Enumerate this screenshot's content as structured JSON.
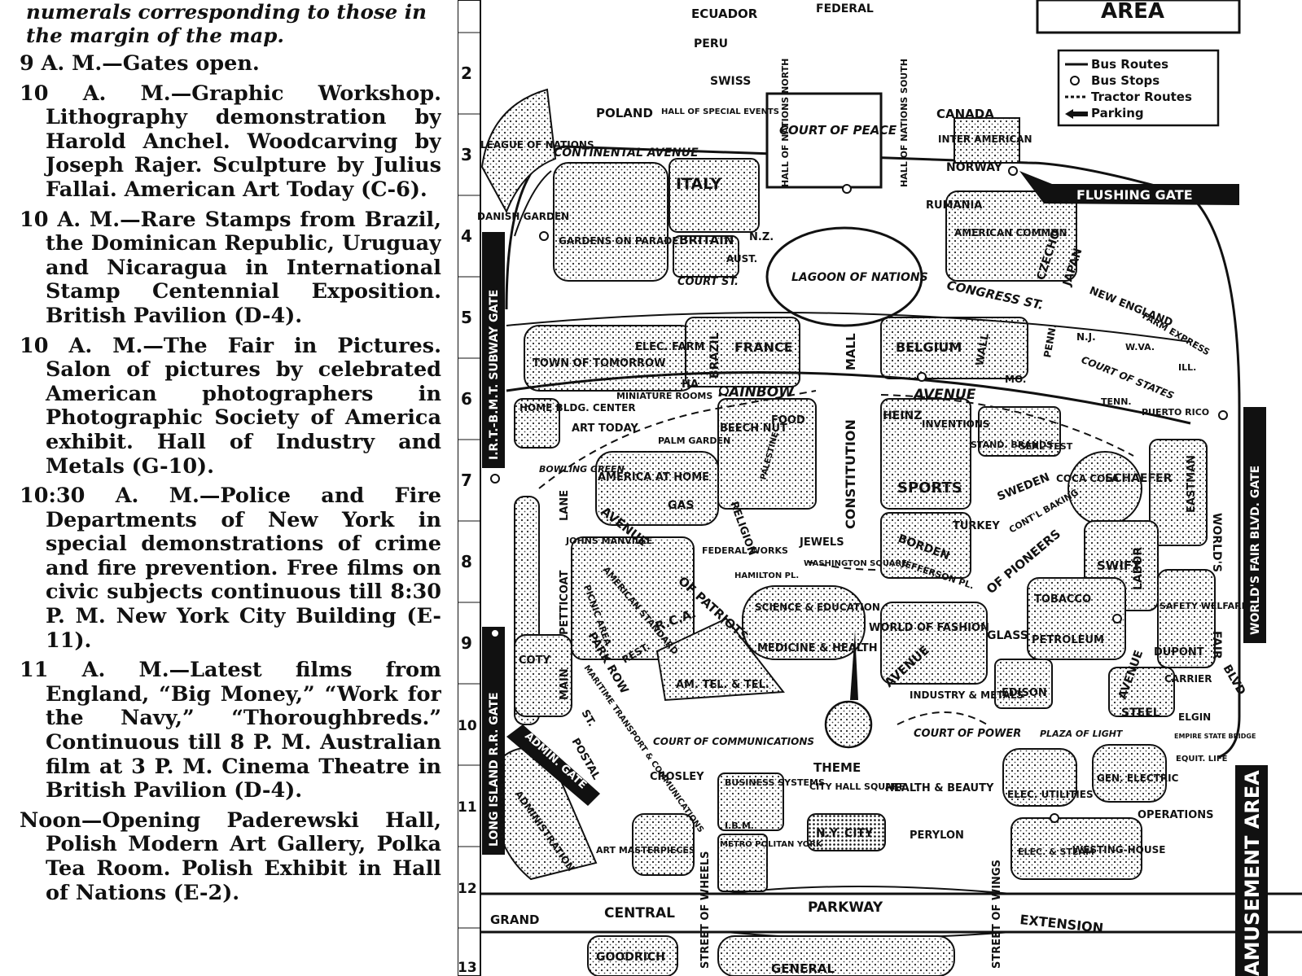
{
  "schedule": {
    "intro": "numerals corresponding to those in the margin of the map.",
    "entries": [
      {
        "time": "9 A. M.",
        "text": "—Gates open."
      },
      {
        "time": "10 A. M.",
        "text": "—Graphic Workshop. Lithography demonstration by Harold Anchel. Woodcarving by Joseph Rajer. Sculpture by Julius Fallai. American Art Today (C-6)."
      },
      {
        "time": "10 A. M.",
        "text": "—Rare Stamps from Brazil, the Dominican Republic, Uruguay and Nicaragua in International Stamp Centennial Exposition. British Pavilion (D-4)."
      },
      {
        "time": "10 A. M.",
        "text": "—The Fair in Pictures. Salon of pictures by celebrated American photographers in Photographic Society of America exhibit. Hall of Industry and Metals (G-10)."
      },
      {
        "time": "10:30 A. M.",
        "text": "—Police and Fire Departments of New York in special demonstrations of crime and fire prevention. Free films on civic subjects continuous till 8:30 P. M. New York City Building (E-11)."
      },
      {
        "time": "11 A. M.",
        "text": "—Latest films from England, “Big Money,” “Work for the Navy,” “Thoroughbreds.” Continuous till 8 P. M. Australian film at 3 P. M. Cinema Theatre in British Pavilion (D-4)."
      },
      {
        "time": "Noon",
        "text": "—Opening Paderewski Hall, Polish Modern Art Gallery, Polka Tea Room. Polish Exhibit in Hall of Nations (E-2)."
      }
    ]
  },
  "map": {
    "area_title": "AREA",
    "legend": [
      "Bus Routes",
      "Bus Stops",
      "Tractor Routes",
      "Parking"
    ],
    "margin_numbers": [
      "2",
      "3",
      "4",
      "5",
      "6",
      "7",
      "8",
      "9",
      "10",
      "11",
      "12",
      "13"
    ],
    "gates": {
      "flushing": "FLUSHING GATE",
      "subway": "I.R.T.-B.M.T. SUBWAY GATE",
      "lirr": "LONG ISLAND R.R. GATE",
      "worlds_fair_blvd": "WORLD'S FAIR BLVD. GATE",
      "admin": "ADMIN. GATE",
      "amusement": "AMUSEMENT AREA"
    },
    "streets": {
      "continental": "CONTINENTAL AVENUE",
      "rainbow_1": "RAINBOW",
      "rainbow_2": "AVENUE",
      "congress": "CONGRESS ST.",
      "court": "COURT ST.",
      "constitution": "CONSTITUTION",
      "mall": "MALL",
      "patriots_1": "AVENUE",
      "patriots_2": "OF PATRIOTS",
      "pioneers_1": "AVENUE",
      "pioneers_2": "OF PIONEERS",
      "park_row": "PARK ROW",
      "petticoat": "PETTICOAT",
      "lane": "LANE",
      "main": "MAIN",
      "st": "ST.",
      "labor": "LABOR",
      "avenue_of_labor": "AVENUE",
      "fair": "FAIR",
      "worlds": "WORLD'S",
      "blvd": "BLVD",
      "grand": "GRAND",
      "central": "CENTRAL",
      "parkway": "PARKWAY",
      "extension": "EXTENSION",
      "street_of_wheels": "STREET OF WHEELS",
      "street_of_wings": "STREET OF WINGS",
      "hamilton": "HAMILTON PL.",
      "jefferson": "JEFFERSON PL.",
      "washington_sq": "WASHINGTON SQUARE",
      "city_hall_sq": "CITY HALL SQUARE"
    },
    "places": {
      "ecuador": "ECUADOR",
      "federal": "FEDERAL",
      "peru": "PERU",
      "swiss": "SWISS",
      "poland": "POLAND",
      "hall_special_events": "HALL OF SPECIAL EVENTS",
      "hall_nations_north": "HALL OF NATIONS NORTH",
      "hall_nations_south": "HALL OF NATIONS SOUTH",
      "court_of_peace": "COURT OF PEACE",
      "canada": "CANADA",
      "inter_american": "INTER AMERICAN",
      "norway": "NORWAY",
      "league": "LEAGUE OF NATIONS",
      "italy": "ITALY",
      "danish_garden": "DANISH GARDEN",
      "rumania": "RUMANIA",
      "american_common": "AMERICAN COMMON",
      "czecho": "CZECHO",
      "japan": "JAPAN",
      "gardens_on_parade": "GARDENS ON PARADE",
      "britain": "BRITAIN",
      "nz": "N.Z.",
      "aust": "AUST.",
      "lagoon": "LAGOON OF NATIONS",
      "new_england": "NEW ENGLAND",
      "farm_express": "FARM EXPRESS",
      "court_of_states": "COURT OF STATES",
      "town_tomorrow": "TOWN OF TOMORROW",
      "elec_farm": "ELEC. FARM",
      "brazil": "BRAZIL",
      "france": "FRANCE",
      "belgium": "BELGIUM",
      "wall": "WALL",
      "mo": "MO.",
      "penn": "PENN.",
      "nj": "N.J.",
      "wva": "W.VA.",
      "ill": "ILL.",
      "tenn": "TENN.",
      "puerto_rico": "PUERTO RICO",
      "home_bldg": "HOME BLDG. CENTER",
      "miniature_rooms": "MINIATURE ROOMS",
      "art_today": "ART TODAY",
      "ha": "HA",
      "beech_nut": "BEECH NUT",
      "food": "FOOD",
      "heinz": "HEINZ",
      "inventions": "INVENTIONS",
      "stand_brands": "STAND. BRANDS",
      "seal_test": "SEAL TEST",
      "bowling_green": "BOWLING GREEN",
      "america_at_home": "AMERICA AT HOME",
      "palm_garden": "PALM GARDEN",
      "gas": "GAS",
      "religion": "RELIGION",
      "palestine": "PALESTINE",
      "sports": "SPORTS",
      "sweden": "SWEDEN",
      "continental_baking": "CONT'L BAKING",
      "coca_cola": "COCA COLA",
      "schaefer": "SCHAEFER",
      "eastman": "EASTMAN",
      "johns_manville": "JOHNS MANVILLE",
      "federal_works": "FEDERAL WORKS",
      "jewels": "JEWELS",
      "turkey": "TURKEY",
      "borden": "BORDEN",
      "swift": "SWIFT",
      "american_standard": "AMERICAN STANDARD",
      "picnic_area": "PICNIC AREA",
      "rca": "R.C.A.",
      "science_education": "SCIENCE & EDUCATION",
      "world_fashion": "WORLD OF FASHION",
      "tobacco": "TOBACCO",
      "glass": "GLASS",
      "petroleum": "PETROLEUM",
      "safety_welfare": "SAFETY WELFARE",
      "dupont": "DUPONT",
      "coty": "COTY",
      "rest": "REST.",
      "medicine_health": "MEDICINE & HEALTH",
      "att": "AM. TEL. & TEL.",
      "industry_metals": "INDUSTRY & METALS",
      "edison": "EDISON",
      "carrier": "CARRIER",
      "steel": "STEEL",
      "maritime": "MARITIME TRANSPORT & COMMUNICATIONS",
      "court_communications": "COURT OF COMMUNICATIONS",
      "theme": "THEME",
      "court_power": "COURT OF POWER",
      "plaza_light": "PLAZA OF LIGHT",
      "elgin": "ELGIN",
      "empire_state_bridge": "EMPIRE STATE BRIDGE",
      "equit_life": "EQUIT. LIFE",
      "postal": "POSTAL",
      "crosley": "CROSLEY",
      "business_systems": "BUSINESS SYSTEMS",
      "health_beauty": "HEALTH & BEAUTY",
      "elec_utilities": "ELEC. UTILITIES",
      "gen_electric": "GEN. ELECTRIC",
      "administration": "ADMINISTRATION",
      "art_masterpieces": "ART MASTERPIECES",
      "ibm": "I.B.M.",
      "metropolitan": "METRO POLITAN YORK",
      "ny_city": "N.Y. CITY",
      "perylon": "PERYLON",
      "operations": "OPERATIONS",
      "elec_steam": "ELEC. & STEAM",
      "westinghouse": "WESTING-HOUSE",
      "goodrich": "GOODRICH",
      "general": "GENERAL"
    }
  }
}
